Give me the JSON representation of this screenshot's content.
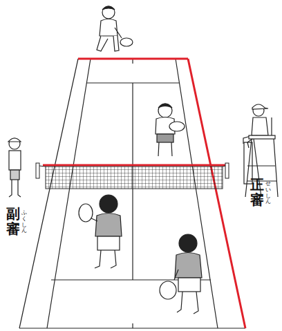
{
  "diagram": {
    "labels": [
      "副審",
      "ふくしん",
      "正審",
      "せいしん"
    ]
  }
}
